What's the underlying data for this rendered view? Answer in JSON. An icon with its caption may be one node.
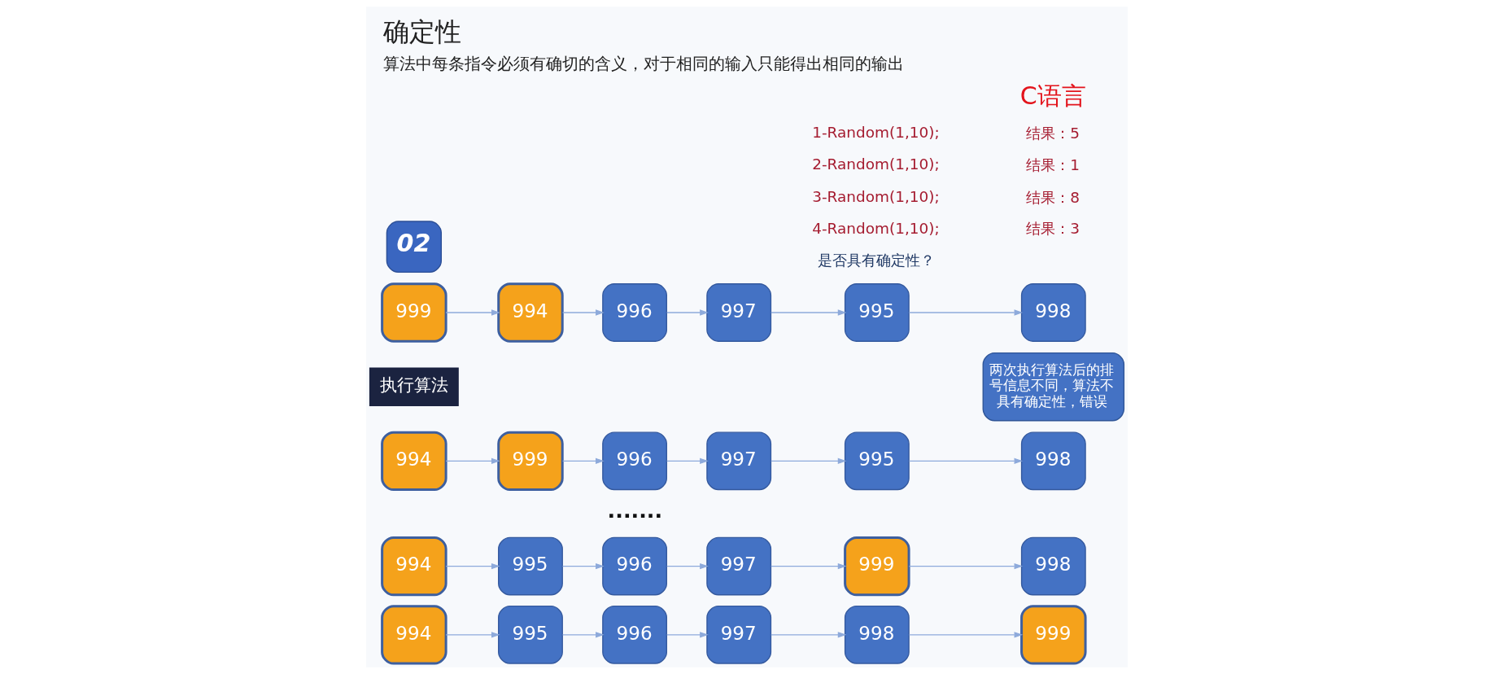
{
  "diagram": {
    "title": "确定性",
    "caption": "算法中每条指令必须有确切的含义，对于相同的输入只能得出相同的输出",
    "nodes": [
      {
        "text": [
          "02"
        ]
      },
      {
        "text": [
          "994"
        ]
      },
      {
        "text": [
          "995"
        ]
      },
      {
        "text": [
          "996"
        ]
      },
      {
        "text": [
          "997"
        ]
      },
      {
        "text": [
          "998"
        ]
      },
      {
        "text": [
          "999"
        ]
      },
      {
        "text": [
          "994"
        ]
      },
      {
        "text": [
          "995"
        ]
      },
      {
        "text": [
          "996"
        ]
      },
      {
        "text": [
          "997"
        ]
      },
      {
        "text": [
          "999"
        ]
      },
      {
        "text": [
          "998"
        ]
      },
      {
        "text": [
          "994"
        ]
      },
      {
        "text": [
          "999"
        ]
      },
      {
        "text": [
          "996"
        ]
      },
      {
        "text": [
          "997"
        ]
      },
      {
        "text": [
          "995"
        ]
      },
      {
        "text": [
          "998"
        ]
      },
      {
        "text": [
          "执行算法"
        ]
      },
      {
        "text": [
          "999"
        ]
      },
      {
        "text": [
          "994"
        ]
      },
      {
        "text": [
          "996"
        ]
      },
      {
        "text": [
          "997"
        ]
      },
      {
        "text": [
          "995"
        ]
      },
      {
        "text": [
          "998"
        ]
      },
      {
        "text": [
          "两次执行算法后的排号信息不同，算法不具有确定性，错误"
        ]
      }
    ],
    "edges": [
      {
        "from": 1,
        "to": 2,
        "arrow": "to"
      },
      {
        "from": 2,
        "to": 3,
        "arrow": "to"
      },
      {
        "from": 3,
        "to": 4,
        "arrow": "to"
      },
      {
        "from": 4,
        "to": 5,
        "arrow": "to"
      },
      {
        "from": 5,
        "to": 6,
        "arrow": "to"
      },
      {
        "from": 7,
        "to": 8,
        "arrow": "to"
      },
      {
        "from": 8,
        "to": 9,
        "arrow": "to"
      },
      {
        "from": 9,
        "to": 10,
        "arrow": "to"
      },
      {
        "from": 10,
        "to": 11,
        "arrow": "to"
      },
      {
        "from": 11,
        "to": 12,
        "arrow": "to"
      },
      {
        "from": 13,
        "to": 14,
        "arrow": "to"
      },
      {
        "from": 14,
        "to": 15,
        "arrow": "to"
      },
      {
        "from": 15,
        "to": 16,
        "arrow": "to"
      },
      {
        "from": 16,
        "to": 17,
        "arrow": "to"
      },
      {
        "from": 17,
        "to": 18,
        "arrow": "to"
      },
      {
        "from": 20,
        "to": 21,
        "arrow": "to"
      },
      {
        "from": 21,
        "to": 22,
        "arrow": "to"
      },
      {
        "from": 22,
        "to": 23,
        "arrow": "to"
      },
      {
        "from": 23,
        "to": 24,
        "arrow": "to"
      },
      {
        "from": 24,
        "to": 25,
        "arrow": "to"
      }
    ],
    "labels": [
      "C语言",
      "1-Random(1,10);",
      "结果：5",
      "2-Random(1,10);",
      "结果：1",
      "3-Random(1,10);",
      "结果：8",
      "4-Random(1,10);",
      "结果：3",
      "是否具有确定性？",
      "......."
    ]
  }
}
